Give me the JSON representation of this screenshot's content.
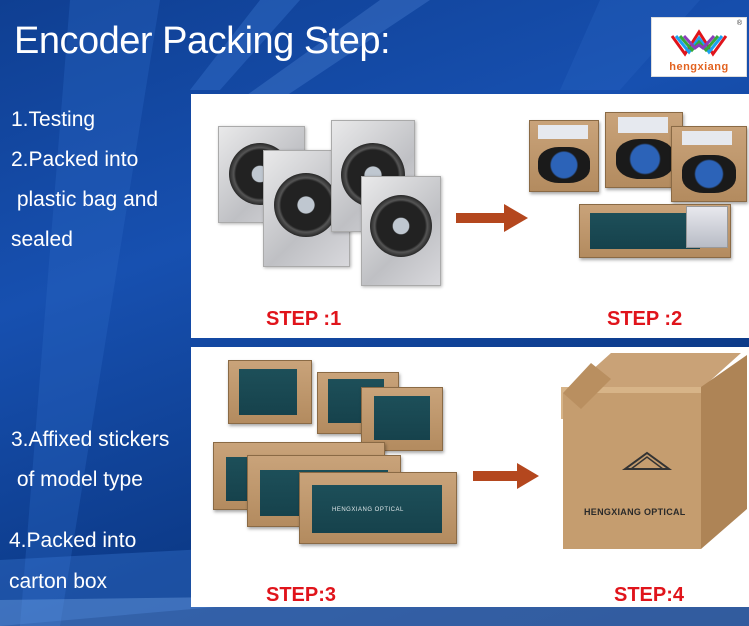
{
  "header": {
    "title": "Encoder Packing Step:"
  },
  "logo": {
    "brand": "hengxiang",
    "registered": "®"
  },
  "sidebar": {
    "step1": "1.Testing",
    "step2_lines": [
      "2.Packed into",
      " plastic bag and",
      "sealed"
    ],
    "step3_lines": [
      "3.Affixed stickers",
      " of model type"
    ],
    "step4_lines": [
      "4.Packed into",
      "carton box"
    ]
  },
  "panels": {
    "step1_label": "STEP :1",
    "step2_label": "STEP :2",
    "step3_label": "STEP:3",
    "step4_label": "STEP:4"
  },
  "box_text": {
    "brand_label": "HENGXIANG OPTICAL",
    "small_label": "HENGXIANG OPTICAL"
  },
  "colors": {
    "step_label": "#e0141b",
    "arrow": "#b4471e",
    "background": "#1750b0"
  }
}
